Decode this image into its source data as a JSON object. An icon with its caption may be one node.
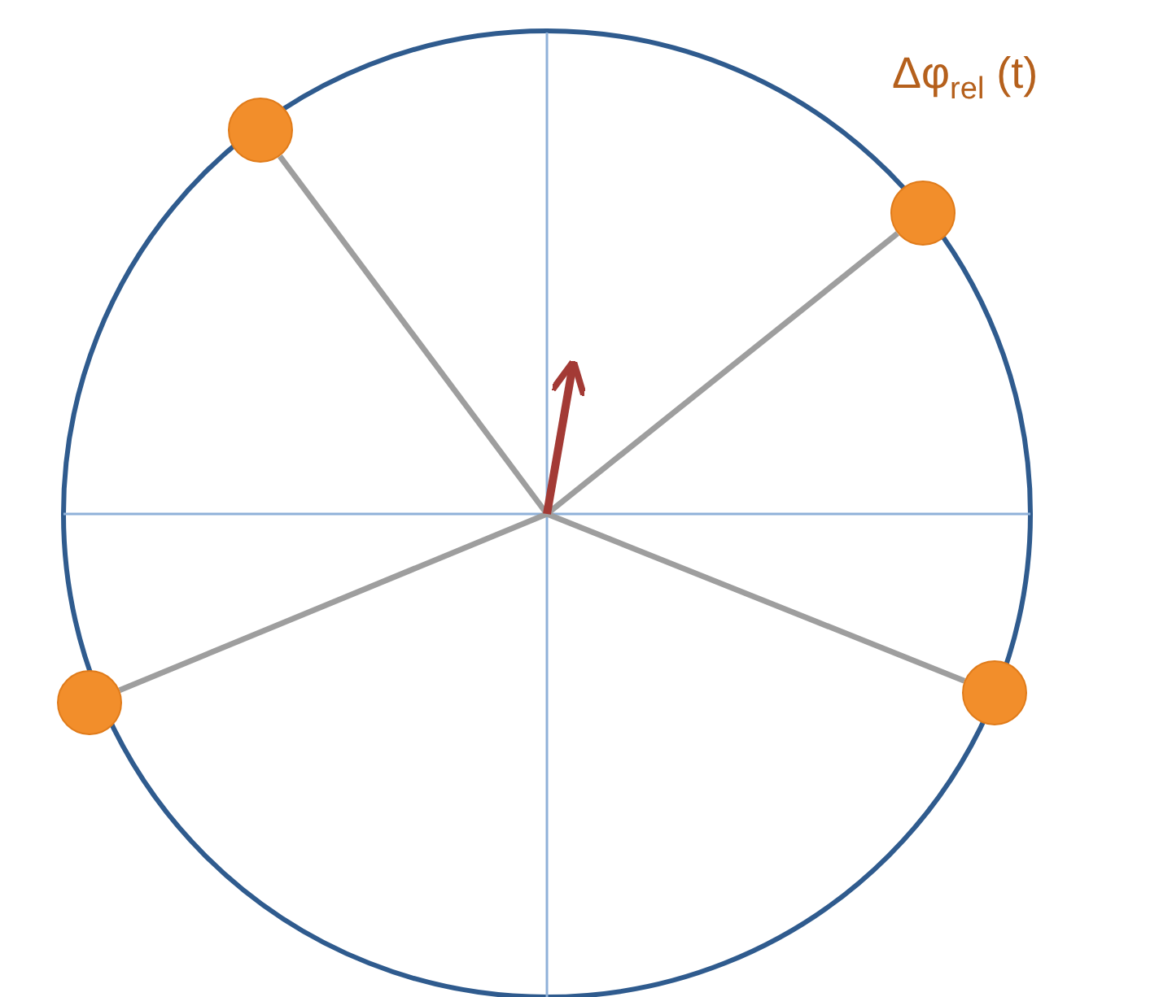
{
  "diagram": {
    "nodes": [
      {
        "text": [],
        "shape": "circle"
      },
      {
        "text": [],
        "shape": "circle"
      },
      {
        "text": [],
        "shape": "circle"
      },
      {
        "text": [],
        "shape": "circle"
      }
    ],
    "edges": [
      {
        "from": null,
        "to": 0,
        "arrow": "none"
      },
      {
        "from": null,
        "to": 1,
        "arrow": "none"
      },
      {
        "from": null,
        "to": 2,
        "arrow": "none"
      },
      {
        "from": null,
        "to": 3,
        "arrow": "none"
      }
    ],
    "labels": [
      "Δφ$_{rel}$ (t)"
    ]
  }
}
